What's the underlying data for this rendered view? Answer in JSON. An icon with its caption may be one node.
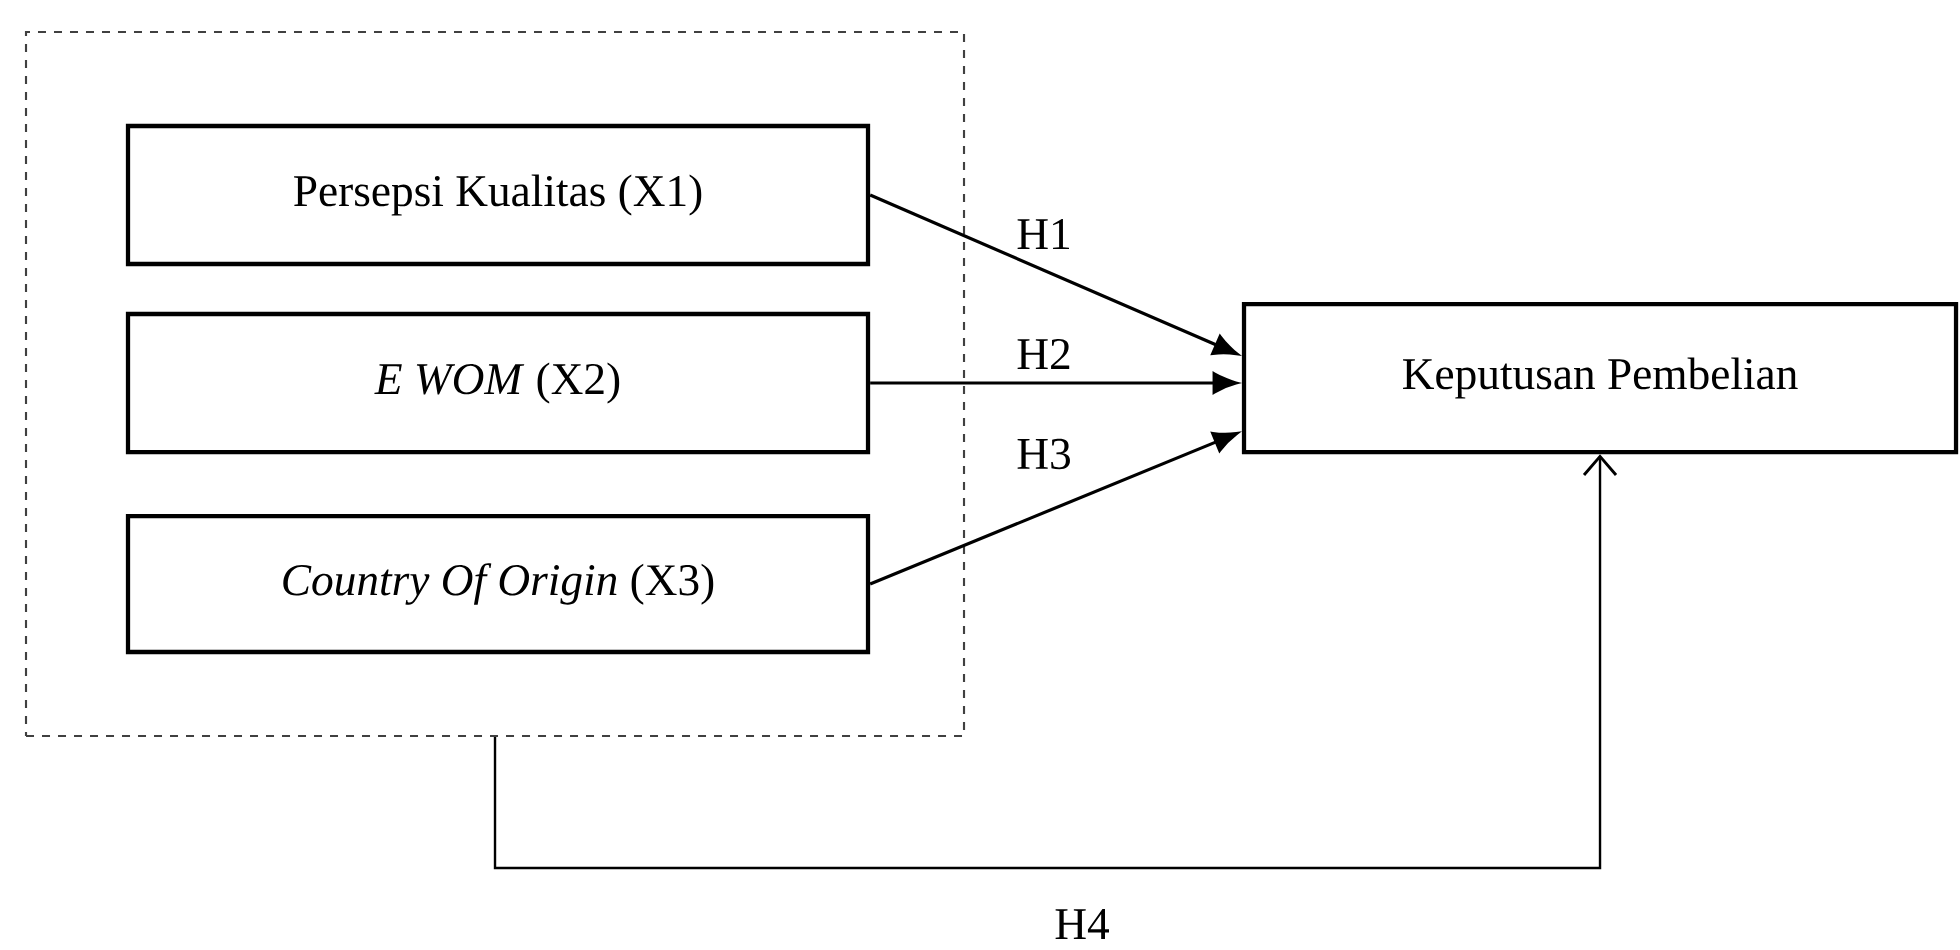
{
  "diagram": {
    "nodes": [
      {
        "text": [],
        "shape": "box"
      },
      {
        "text": [
          "Persepsi Kualitas (X1)"
        ],
        "in": 0
      },
      {
        "text": [
          "*E WOM* (X2)"
        ],
        "in": 0
      },
      {
        "text": [
          "*Country Of Origin* (X3)"
        ],
        "in": 0
      },
      {
        "text": [
          "Keputusan Pembelian"
        ]
      }
    ],
    "edges": [
      {
        "from": 1,
        "to": 4,
        "arrow": "to",
        "label": "H1"
      },
      {
        "from": 2,
        "to": 4,
        "arrow": "to",
        "label": "H2"
      },
      {
        "from": 3,
        "to": 4,
        "arrow": "to",
        "label": "H3"
      },
      {
        "from": 0,
        "to": 4,
        "arrow": "to",
        "label": "H4"
      }
    ]
  }
}
